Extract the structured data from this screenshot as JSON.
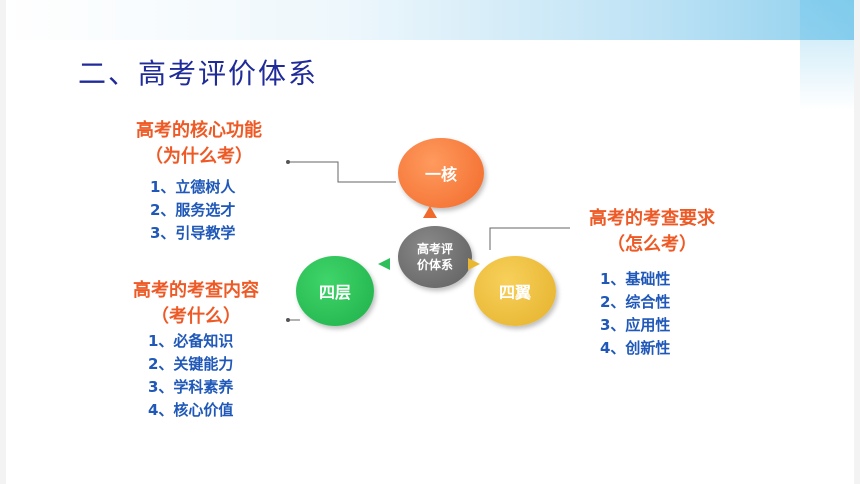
{
  "title": "二、高考评价体系",
  "nodes": {
    "core": "一核",
    "center_line1": "高考评",
    "center_line2": "价体系",
    "layers": "四层",
    "wings": "四翼"
  },
  "core_functions": {
    "heading_line1": "高考的核心功能",
    "heading_line2": "（为什么考）",
    "items": [
      "1、立德树人",
      "2、服务选才",
      "3、引导教学"
    ]
  },
  "content": {
    "heading_line1": "高考的考查内容",
    "heading_line2": "（考什么）",
    "items": [
      "1、必备知识",
      "2、关键能力",
      "3、学科素养",
      "4、核心价值"
    ]
  },
  "requirements": {
    "heading_line1": "高考的考查要求",
    "heading_line2": "（怎么考）",
    "items": [
      "1、基础性",
      "2、综合性",
      "3、应用性",
      "4、创新性"
    ]
  },
  "colors": {
    "title": "#1f2b99",
    "heading": "#ee5a26",
    "list": "#1f58b8",
    "core": "#f16a2a",
    "center": "#5e5e5e",
    "layers": "#1fb04a",
    "wings": "#e5b12b"
  }
}
